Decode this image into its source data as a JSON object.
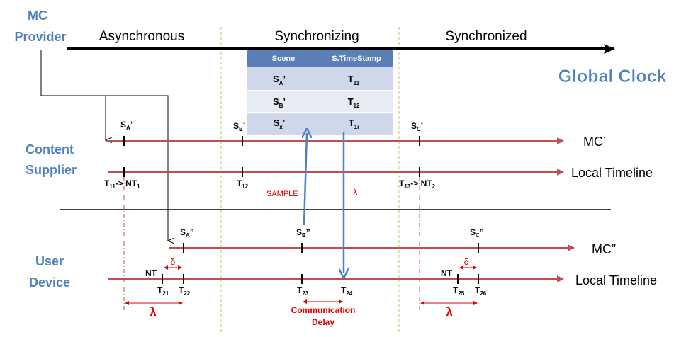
{
  "entities": {
    "mc_provider_line1": "MC",
    "mc_provider_line2": "Provider",
    "content_supplier_line1": "Content",
    "content_supplier_line2": "Supplier",
    "user_device_line1": "User",
    "user_device_line2": "Device"
  },
  "phases": {
    "asynchronous": "Asynchronous",
    "synchronizing": "Synchronizing",
    "synchronized": "Synchronized"
  },
  "global_clock": "Global Clock",
  "lines": {
    "mc_prime": "MC’",
    "mc_double_prime": "MC”",
    "local_timeline": "Local Timeline"
  },
  "table": {
    "headers": [
      "Scene",
      "S.TimeStamp"
    ],
    "rows": [
      {
        "scene": "S",
        "scene_sub": "A",
        "scene_mark": "’",
        "ts": "T",
        "ts_sub": "11"
      },
      {
        "scene": "S",
        "scene_sub": "B",
        "scene_mark": "’",
        "ts": "T",
        "ts_sub": "12"
      },
      {
        "scene": "S",
        "scene_sub": "x",
        "scene_mark": "’",
        "ts": "T",
        "ts_sub": "1i"
      }
    ]
  },
  "supplier_marks": {
    "sa": {
      "base": "S",
      "sub": "A",
      "mark": "’"
    },
    "sb": {
      "base": "S",
      "sub": "B",
      "mark": "’"
    },
    "sc": {
      "base": "S",
      "sub": "C",
      "mark": "’"
    },
    "t11_left": "T",
    "t11_sub": "11",
    "t11_arrow": "-> NT",
    "nt1_sub": "1",
    "t12": "T",
    "t12_sub": "12",
    "t13": "T",
    "t13_sub": "13",
    "t13_arrow": "-> NT",
    "nt2_sub": "2"
  },
  "device_marks": {
    "sa": {
      "base": "S",
      "sub": "A",
      "mark": "”"
    },
    "sb": {
      "base": "S",
      "sub": "B",
      "mark": "”"
    },
    "sc": {
      "base": "S",
      "sub": "C",
      "mark": "”"
    },
    "nt_left": "NT",
    "nt_right": "NT",
    "delta": "δ",
    "t21": "T",
    "t21_sub": "21",
    "t22": "T",
    "t22_sub": "22",
    "t23": "T",
    "t23_sub": "23",
    "t24": "T",
    "t24_sub": "24",
    "t25": "T",
    "t25_sub": "25",
    "t26": "T",
    "t26_sub": "26"
  },
  "annotations": {
    "sample": "SAMPLE",
    "lambda": "λ",
    "comm_delay_line1": "Communication",
    "comm_delay_line2": "Delay"
  },
  "colors": {
    "timeline_red": "#c0504d",
    "entity_blue": "#4f81bd",
    "table_header": "#5b80b8",
    "table_row": "#dce3f0",
    "arrow_blue": "#4f81bd",
    "dashdot_red": "#c0504d",
    "phase_divider": "#c9bb7a"
  }
}
